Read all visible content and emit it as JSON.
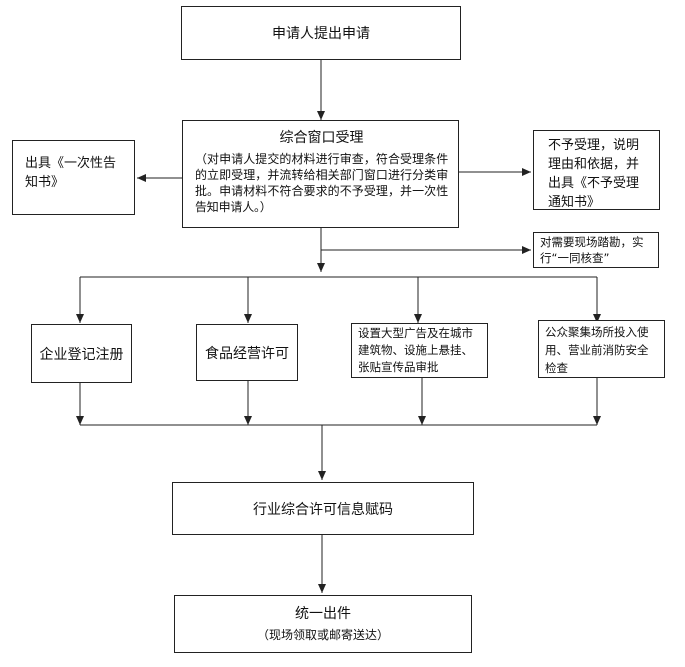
{
  "steps": {
    "apply": "申请人提出申请",
    "window": {
      "title": "综合窗口受理",
      "desc": "（对申请人提交的材料进行审查，符合受理条件的立即受理，并流转给相关部门窗口进行分类审批。申请材料不符合要求的不予受理，并一次性告知申请人。）"
    },
    "left_notice": "出具《一次性告知书》",
    "right_reject": "不予受理，说明理由和依据，并出具《不予受理通知书》",
    "inspect": "对需要现场踏勘，实行“一同核查”",
    "branches": [
      "企业登记注册",
      "食品经营许可",
      "设置大型广告及在城市建筑物、设施上悬挂、张贴宣传品审批",
      "公众聚集场所投入使用、营业前消防安全检查"
    ],
    "encode": "行业综合许可信息赋码",
    "issue": {
      "title": "统一出件",
      "sub": "（现场领取或邮寄送达）"
    }
  }
}
